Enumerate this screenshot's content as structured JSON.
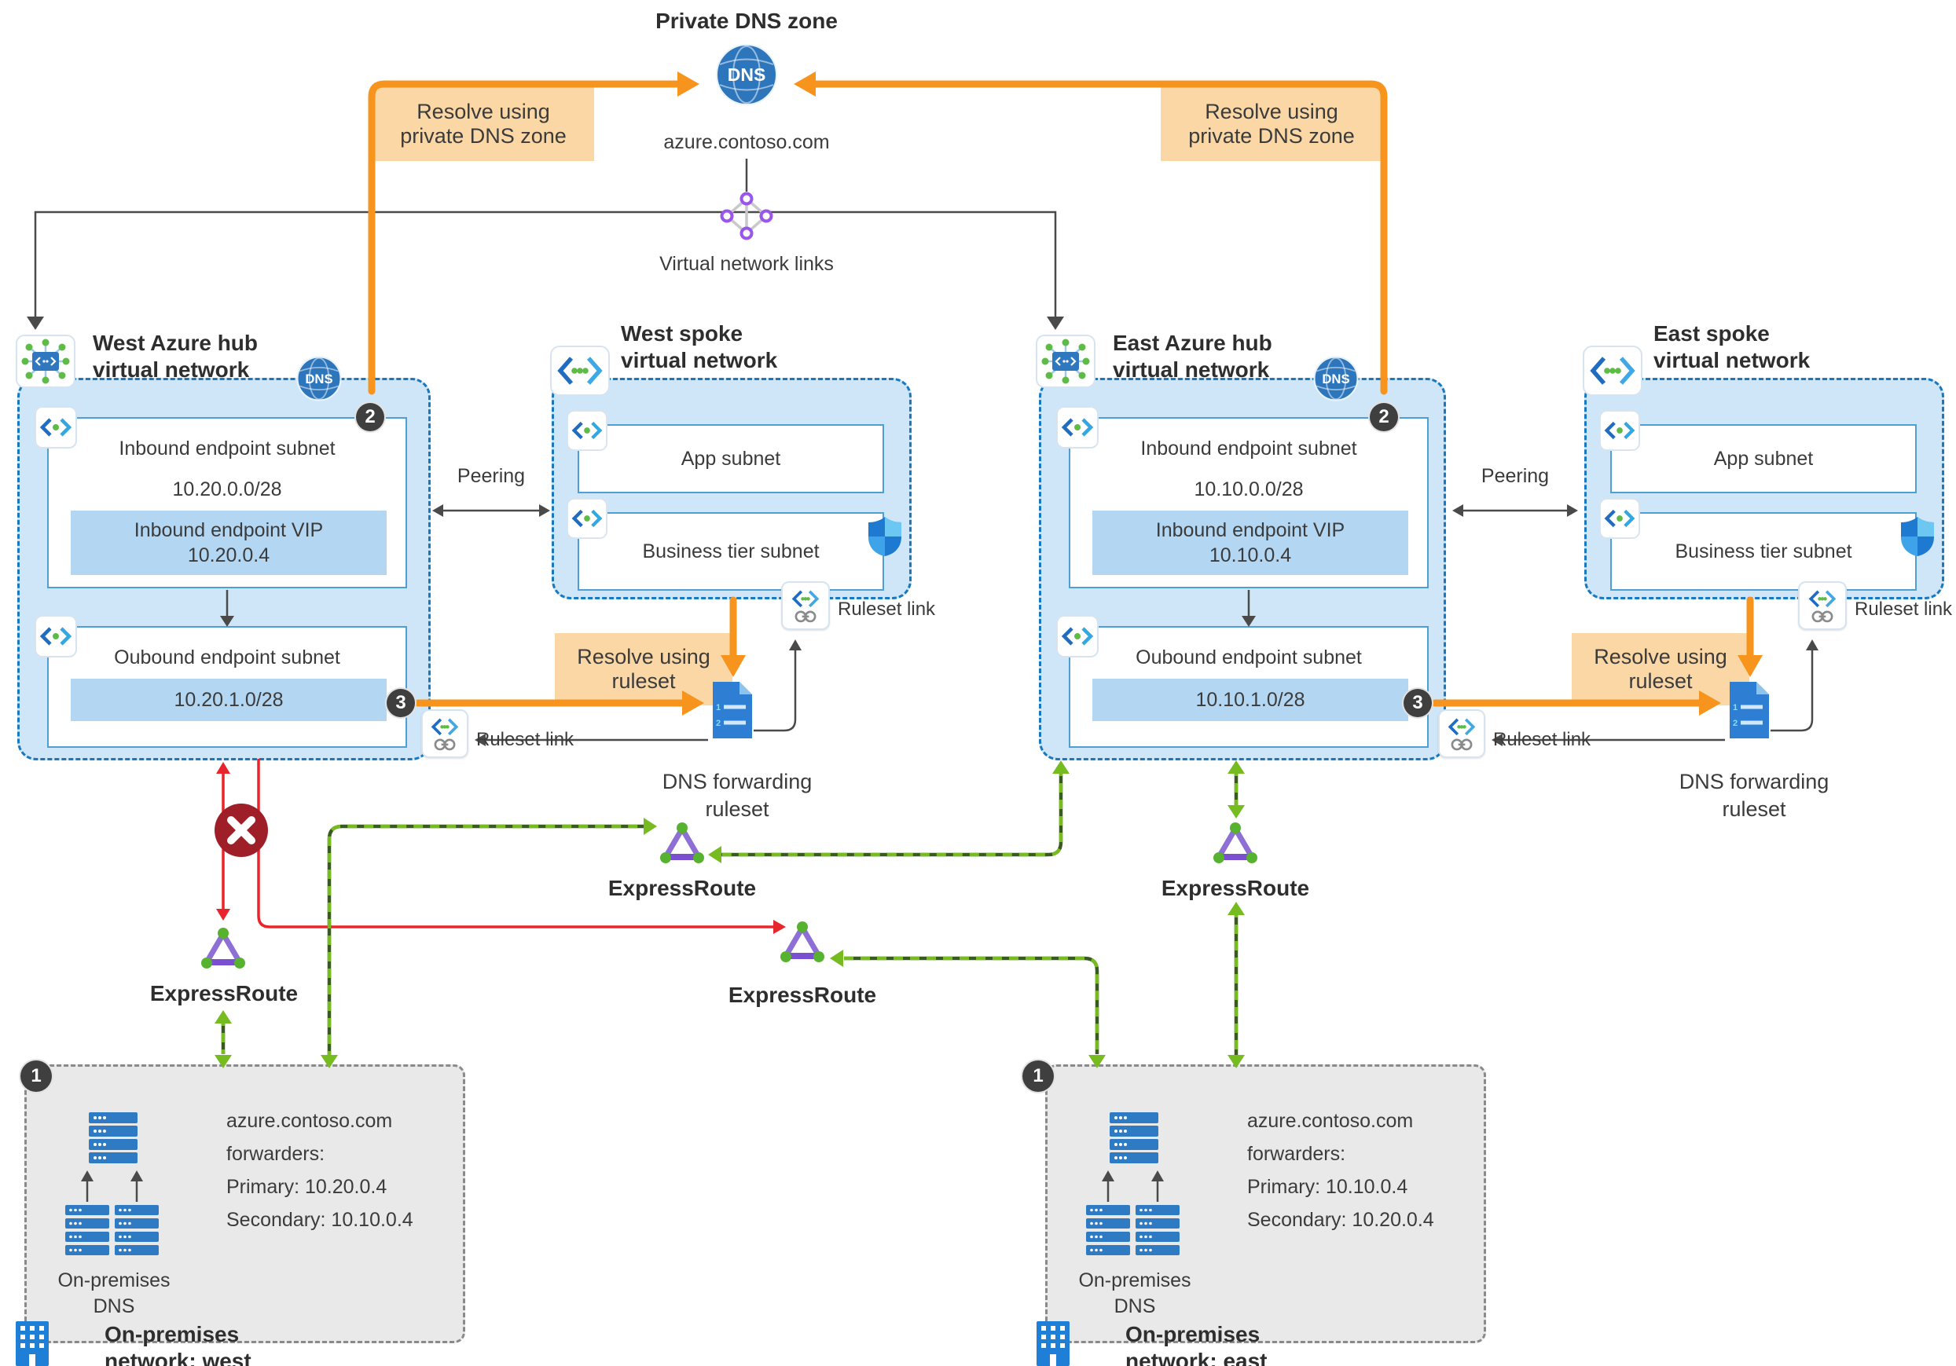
{
  "top": {
    "title": "Private DNS zone",
    "dns": "DNS",
    "zone": "azure.contoso.com",
    "vnet_links": "Virtual network links",
    "resolve_west": "Resolve using\nprivate DNS zone",
    "resolve_east": "Resolve using\nprivate DNS zone"
  },
  "hubs": {
    "west": {
      "title": "West Azure hub\nvirtual network",
      "dns": "DNS",
      "step_inbound": "2",
      "step_outbound": "3",
      "inbound_title": "Inbound endpoint subnet",
      "inbound_cidr": "10.20.0.0/28",
      "vip": "Inbound endpoint VIP\n10.20.0.4",
      "outbound_title": "Oubound endpoint subnet",
      "outbound_cidr": "10.20.1.0/28",
      "ruleset_link": "Ruleset link",
      "peering": "Peering"
    },
    "east": {
      "title": "East Azure hub\nvirtual network",
      "dns": "DNS",
      "step_inbound": "2",
      "step_outbound": "3",
      "inbound_title": "Inbound endpoint subnet",
      "inbound_cidr": "10.10.0.0/28",
      "vip": "Inbound endpoint VIP\n10.10.0.4",
      "outbound_title": "Oubound endpoint subnet",
      "outbound_cidr": "10.10.1.0/28",
      "ruleset_link": "Ruleset link",
      "peering": "Peering"
    }
  },
  "spokes": {
    "west": {
      "title": "West spoke\nvirtual network",
      "app": "App subnet",
      "business": "Business tier subnet",
      "ruleset_link": "Ruleset link"
    },
    "east": {
      "title": "East spoke\nvirtual network",
      "app": "App subnet",
      "business": "Business tier subnet",
      "ruleset_link": "Ruleset link"
    }
  },
  "rulesets": {
    "doc_line1": "1",
    "doc_line2": "2",
    "west": {
      "resolve": "Resolve using\nruleset",
      "label": "DNS forwarding\nruleset"
    },
    "east": {
      "resolve": "Resolve using\nruleset",
      "label": "DNS forwarding\nruleset"
    }
  },
  "expressroute": {
    "west": "ExpressRoute",
    "mid_west": "ExpressRoute",
    "mid_east": "ExpressRoute",
    "east": "ExpressRoute"
  },
  "onprem": {
    "west": {
      "step": "1",
      "dns": "On-premises\nDNS",
      "forwarders": "azure.contoso.com\nforwarders:\nPrimary: 10.20.0.4\nSecondary: 10.10.0.4",
      "label": "On-premises\nnetwork: west"
    },
    "east": {
      "step": "1",
      "dns": "On-premises\nDNS",
      "forwarders": "azure.contoso.com\nforwarders:\nPrimary: 10.10.0.4\nSecondary: 10.20.0.4",
      "label": "On-premises\nnetwork: east"
    }
  },
  "colors": {
    "orange": "#F7941E",
    "orange_fill": "#FAD7A4",
    "green": "#76BC21",
    "red": "#E8252B",
    "blocked_red": "#9E1F28",
    "container_fill": "#CFE6F8",
    "container_border": "#1879C0",
    "badge_gray": "#3F3F3F",
    "dns_blue": "#2E76BC"
  }
}
